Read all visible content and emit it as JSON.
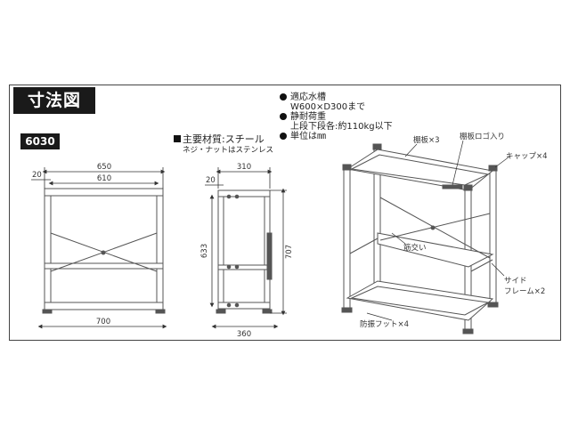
{
  "title": "寸法図",
  "model": "6030",
  "notes": [
    {
      "line1": "適応水槽",
      "line2": "W600×D300まで"
    },
    {
      "line1": "静耐荷重",
      "line2": "上段下段各:約110kg以下"
    },
    {
      "line1": "単位は㎜",
      "line2": ""
    }
  ],
  "material": {
    "main": "主要材質:スチール",
    "sub": "ネジ・ナットはステンレス"
  },
  "front_view": {
    "dim_top": "650",
    "dim_inner": "610",
    "dim_side": "20",
    "dim_bottom": "700"
  },
  "side_view": {
    "dim_top": "310",
    "dim_side": "20",
    "dim_height_inner": "633",
    "dim_height_total": "707",
    "dim_bottom": "360"
  },
  "iso_labels": {
    "shelf": "棚板×3",
    "shelf_logo": "棚板ロゴ入り",
    "cap": "キャップ×4",
    "brace": "筋交い",
    "side_frame_1": "サイド",
    "side_frame_2": "フレーム×2",
    "foot": "防振フット×4"
  },
  "colors": {
    "frame": "#555555",
    "badge": "#1a1a1a"
  }
}
